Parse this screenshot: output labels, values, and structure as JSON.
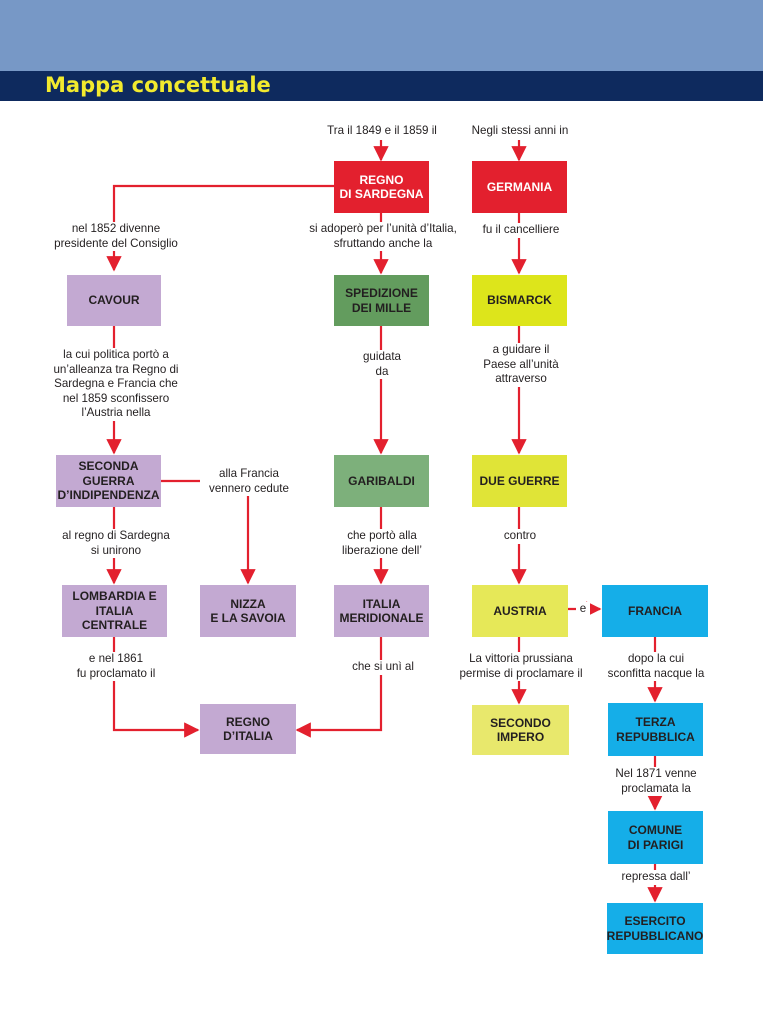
{
  "title": "Mappa concettuale",
  "boxes": {
    "regno_sardegna": "REGNO\nDI SARDEGNA",
    "germania": "GERMANIA",
    "cavour": "CAVOUR",
    "spedizione_mille": "SPEDIZIONE\nDEI MILLE",
    "bismarck": "BISMARCK",
    "seconda_guerra": "SECONDA\nGUERRA\nD’INDIPENDENZA",
    "garibaldi": "GARIBALDI",
    "due_guerre": "DUE GUERRE",
    "lombardia": "LOMBARDIA E\nITALIA CENTRALE",
    "nizza": "NIZZA\nE LA SAVOIA",
    "italia_meridionale": "ITALIA\nMERIDIONALE",
    "austria": "AUSTRIA",
    "francia": "FRANCIA",
    "regno_italia": "REGNO\nD’ITALIA",
    "secondo_impero": "SECONDO\nIMPERO",
    "terza_repubblica": "TERZA\nREPUBBLICA",
    "comune_parigi": "COMUNE\nDI PARIGI",
    "esercito": "ESERCITO\nREPUBBLICANO"
  },
  "labels": {
    "tra_il": "Tra il 1849 e il 1859 il",
    "negli_stessi": "Negli stessi anni in",
    "nel_1852": "nel 1852 divenne\npresidente del Consiglio",
    "si_adopero": "si adoperò per l’unità d’Italia,\nsfruttando anche la",
    "fu_cancelliere": "fu il cancelliere",
    "politica": "la cui politica portò a\nun’alleanza tra Regno di\nSardegna e Francia che\nnel 1859 sconfissero\nl’Austria nella",
    "guidata": "guidata\nda",
    "a_guidare": "a guidare il\nPaese all’unità\nattraverso",
    "alla_francia": "alla Francia\nvennero cedute",
    "al_regno": "al regno di Sardegna\nsi unirono",
    "che_porto": "che portò alla\nliberazione dell’",
    "contro": "contro",
    "e": "e",
    "nel_1861": "e nel 1861\nfu proclamato il",
    "che_si_uni": "che si unì al",
    "vittoria": "La vittoria prussiana\npermise di proclamare il",
    "dopo_la_cui": "dopo la cui\nsconfitta nacque la",
    "nel_1871": "Nel 1871 venne\nproclamata la",
    "repressa": "repressa dall’"
  }
}
